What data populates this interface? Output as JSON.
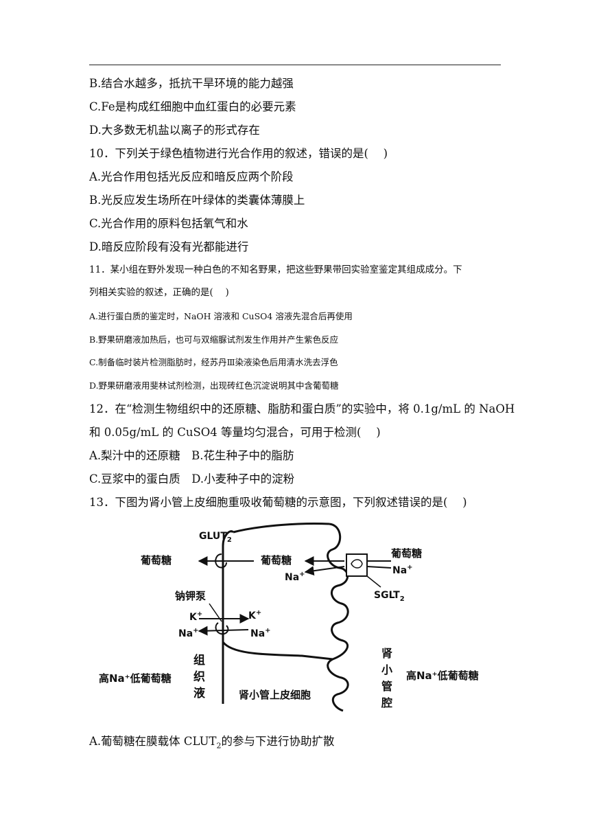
{
  "lines": [
    "B.结合水越多，抵抗干旱环境的能力越强",
    "C.Fe是构成红细胞中血红蛋白的必要元素",
    "D.大多数无机盐以离子的形式存在",
    "10．下列关于绿色植物进行光合作用的叙述，错误的是(　  )",
    "A.光合作用包括光反应和暗反应两个阶段",
    "B.光反应发生场所在叶绿体的类囊体薄膜上",
    "C.光合作用的原料包括氧气和水",
    "D.暗反应阶段有没有光都能进行",
    "11．某小组在野外发现一种白色的不知名野果，把这些野果带回实验室鉴定其组成成分。下",
    "列相关实验的叙述，正确的是(　  )",
    "A.进行蛋白质的鉴定时，NaOH 溶液和 CuSO4 溶液先混合后再使用",
    "B.野果研磨液加热后，也可与双缩脲试剂发生作用并产生紫色反应",
    "C.制备临时装片检测脂肪时，经苏丹Ⅲ染液染色后用清水洗去浮色",
    "D.野果研磨液用斐林试剂检测，出现砖红色沉淀说明其中含葡萄糖",
    "12．在“检测生物组织中的还原糖、脂肪和蛋白质”的实验中，将 0.1g/mL 的 NaOH",
    "和 0.05g/mL 的 CuSO4 等量均匀混合，可用于检测(　  )",
    "A.梨汁中的还原糖　B.花生种子中的脂肪",
    "C.豆浆中的蛋白质　D.小麦种子中的淀粉",
    "13．下图为肾小管上皮细胞重吸收葡萄糖的示意图，下列叙述错误的是(　  )"
  ],
  "figure": {
    "glut2": "GLUT",
    "glut2_sub": "2",
    "glucose_left": "葡萄糖",
    "glucose_mid": "葡萄糖",
    "glucose_right": "葡萄糖",
    "na_mid": "Na",
    "na_right": "Na",
    "sglt2": "SGLT",
    "sglt2_sub": "2",
    "pump": "钠钾泵",
    "k_left": "K",
    "k_right": "K",
    "na_pump_left": "Na",
    "na_pump_right": "Na",
    "plus": "+",
    "tissue_fluid": [
      "组",
      "织",
      "液"
    ],
    "high_na_left": "高Na⁺低葡萄糖",
    "cell_label": "肾小管上皮细胞",
    "lumen": [
      "肾",
      "小",
      "管",
      "腔"
    ],
    "high_na_right": "高Na⁺低葡萄糖"
  },
  "option_a": {
    "prefix": "A.葡萄糖在膜载体 CLUT",
    "sub": "2",
    "suffix": "的参与下进行协助扩散"
  }
}
